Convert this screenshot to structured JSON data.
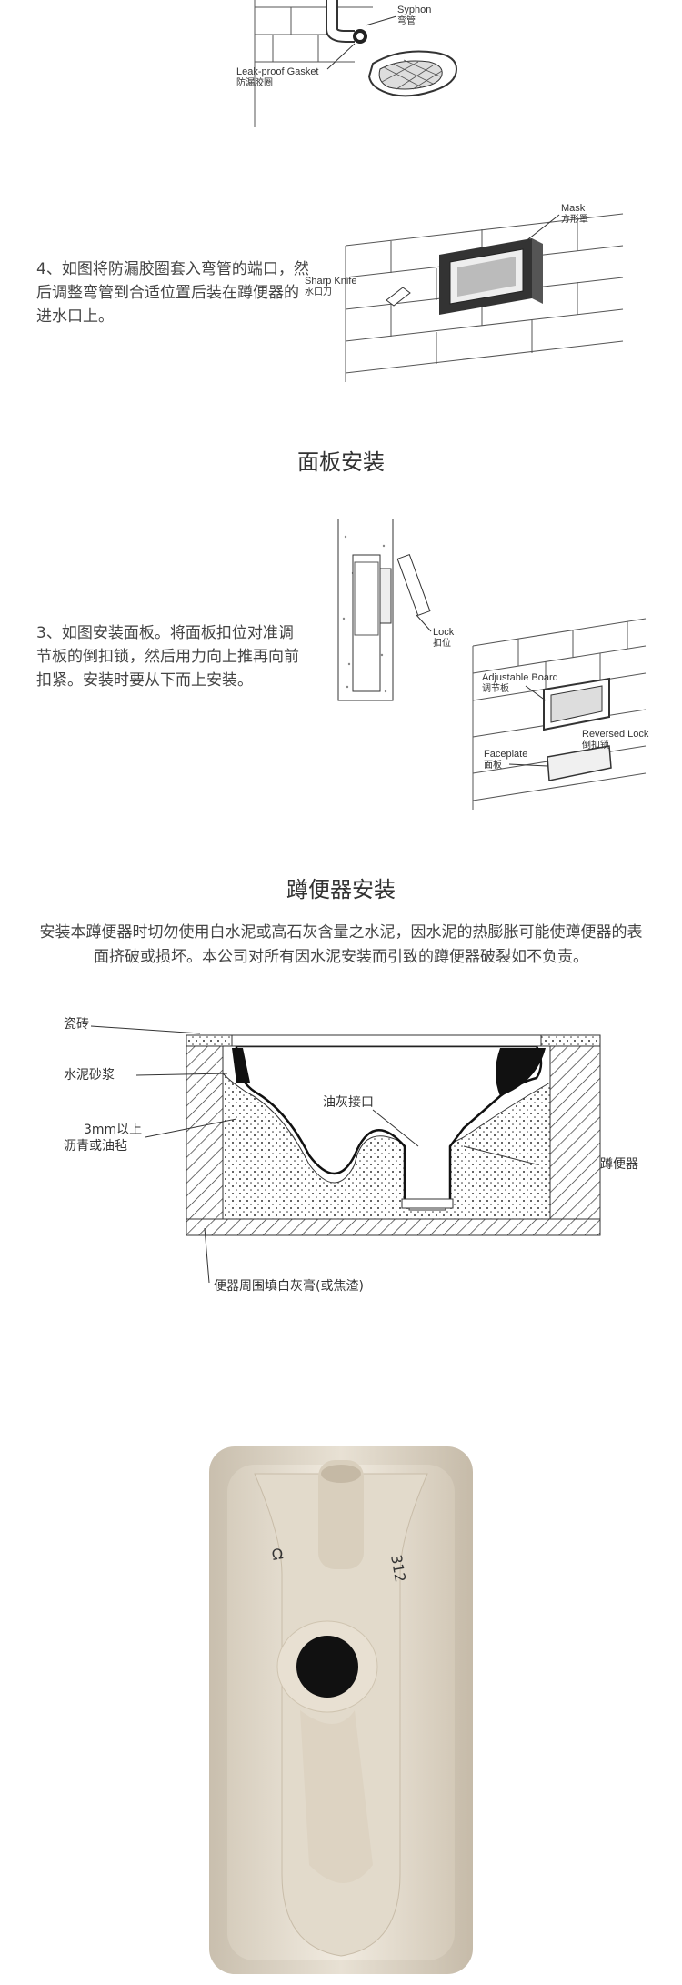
{
  "fig_top": {
    "syphon_en": "Syphon",
    "syphon_zh": "弯管",
    "gasket_en": "Leak-proof Gasket",
    "gasket_zh": "防漏胶圈"
  },
  "step4": {
    "text": "4、如图将防漏胶圈套入弯管的端口，然后调整弯管到合适位置后装在蹲便器的进水口上。",
    "mask_en": "Mask",
    "mask_zh": "方形罩",
    "knife_en": "Sharp Knife",
    "knife_zh": "水口刀"
  },
  "panel_section": {
    "title": "面板安装",
    "step3_text": "3、如图安装面板。将面板扣位对准调节板的倒扣锁，然后用力向上推再向前扣紧。安装时要从下而上安装。",
    "lock_en": "Lock",
    "lock_zh": "扣位",
    "adj_en": "Adjustable Board",
    "adj_zh": "调节板",
    "rev_en": "Reversed Lock",
    "rev_zh": "倒扣锁",
    "face_en": "Faceplate",
    "face_zh": "面板"
  },
  "toilet_section": {
    "title": "蹲便器安装",
    "paragraph": "安装本蹲便器时切勿使用白水泥或高石灰含量之水泥，因水泥的热膨胀可能使蹲便器的表面挤破或损坏。本公司对所有因水泥安装而引致的蹲便器破裂如不负责。",
    "label_tile": "瓷砖",
    "label_mortar": "水泥砂浆",
    "label_asphalt_1": "3mm以上",
    "label_asphalt_2": "沥青或油毡",
    "label_putty_port": "油灰接口",
    "label_squat": "蹲便器",
    "label_fill": "便器周围填白灰膏(或焦渣)"
  },
  "photo": {
    "mark_left": "Ω",
    "mark_right": "312"
  }
}
